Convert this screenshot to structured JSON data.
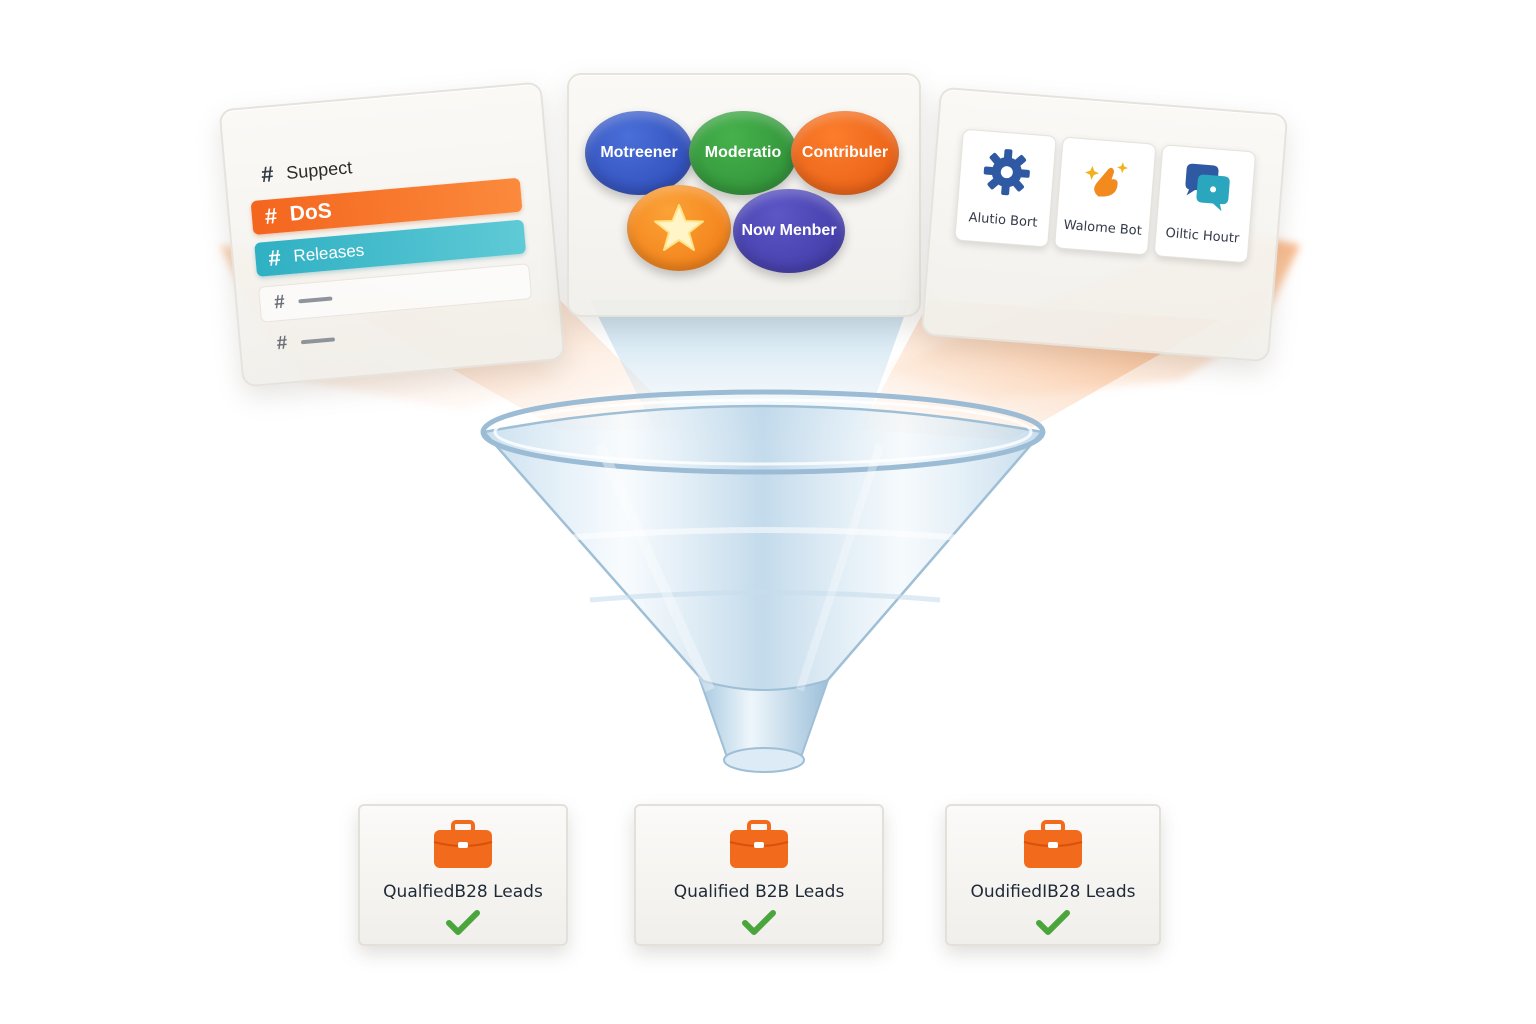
{
  "channels": [
    {
      "label": "Suppect",
      "style": "plain"
    },
    {
      "label": "DoS",
      "style": "orange"
    },
    {
      "label": "Releases",
      "style": "teal"
    },
    {
      "label": "",
      "style": "empty"
    },
    {
      "label": "",
      "style": "empty"
    }
  ],
  "roles": [
    {
      "label": "Motreener",
      "color": "#2f4fbf"
    },
    {
      "label": "Moderatio",
      "color": "#339a3a"
    },
    {
      "label": "Contribuler",
      "color": "#f26a1b"
    },
    {
      "label": "",
      "icon": "star-icon",
      "color": "#f58a1f"
    },
    {
      "label": "Now Menber",
      "color": "#4a44b3"
    }
  ],
  "bots": [
    {
      "label": "Alutio Bort",
      "icon": "gear-icon"
    },
    {
      "label": "Walome Bot",
      "icon": "sparkle-hand-icon"
    },
    {
      "label": "Oiltic Houtr",
      "icon": "chat-bubbles-icon"
    }
  ],
  "leads": [
    {
      "label": "QualfiedB28 Leads",
      "icon": "briefcase-icon"
    },
    {
      "label": "Qualified B2B Leads",
      "icon": "briefcase-icon"
    },
    {
      "label": "OudifiedIB28 Leads",
      "icon": "briefcase-icon"
    }
  ],
  "colors": {
    "accent_orange": "#f4651e",
    "accent_teal": "#2fb0c3",
    "check_green": "#4aa63c",
    "funnel_glass": "#9cc4e0"
  }
}
